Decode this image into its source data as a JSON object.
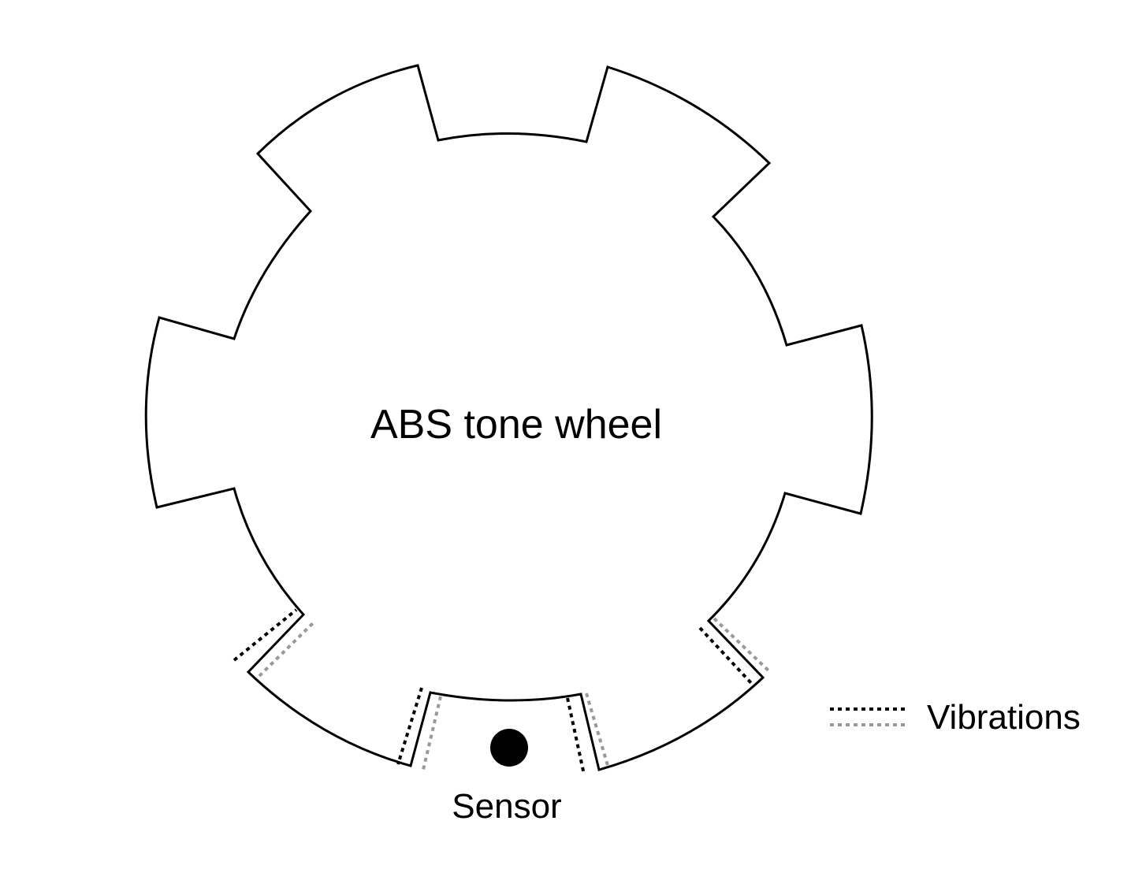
{
  "diagram": {
    "wheel_label": "ABS tone wheel",
    "sensor_label": "Sensor",
    "legend_label": "Vibrations",
    "colors": {
      "outline": "#000000",
      "vibration_primary": "#000000",
      "vibration_secondary": "#999999",
      "sensor": "#000000"
    },
    "teeth_count": 6,
    "vibrating_edges": 4
  }
}
